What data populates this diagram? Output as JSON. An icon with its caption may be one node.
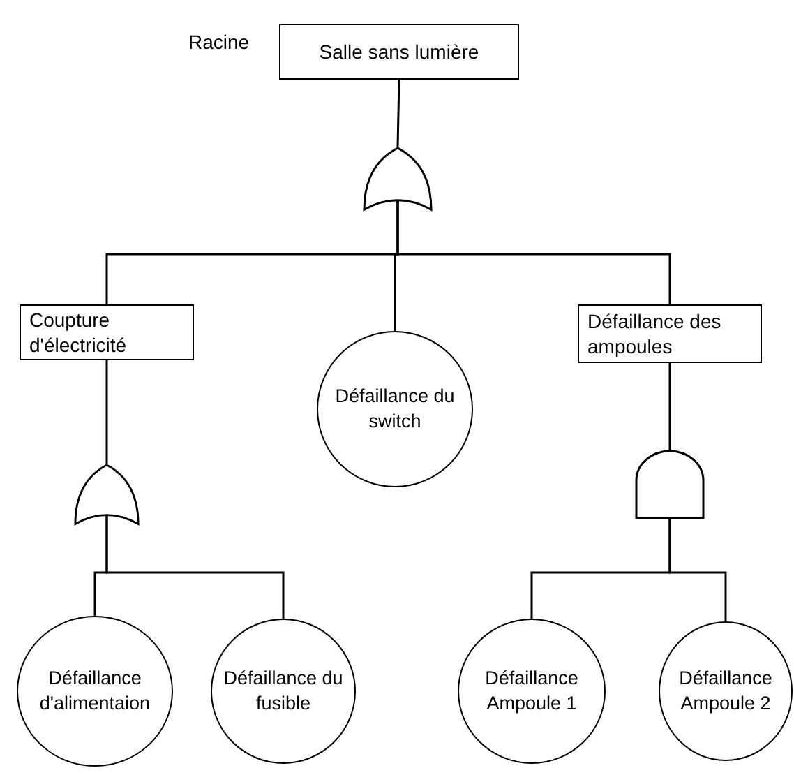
{
  "diagram": {
    "nodes": [
      {
        "text": [
          "Salle sans lumière"
        ],
        "beside": [
          "Racine"
        ]
      },
      {
        "text": [],
        "shape": "or-gate"
      },
      {
        "text": [
          "Coupture d'électricité"
        ]
      },
      {
        "text": [
          "Défaillance du switch"
        ]
      },
      {
        "text": [
          "Défaillance des ampoules"
        ]
      },
      {
        "text": [],
        "shape": "or-gate"
      },
      {
        "text": [],
        "shape": "and-gate"
      },
      {
        "text": [
          "Défaillance d'alimentaion"
        ]
      },
      {
        "text": [
          "Défaillance du fusible"
        ]
      },
      {
        "text": [
          "Défaillance Ampoule 1"
        ]
      },
      {
        "text": [
          "Défaillance Ampoule 2"
        ]
      }
    ],
    "edges": [
      {
        "from": 0,
        "to": 1,
        "arrow": "none"
      },
      {
        "from": 1,
        "to": 2,
        "arrow": "none"
      },
      {
        "from": 1,
        "to": 3,
        "arrow": "none"
      },
      {
        "from": 1,
        "to": 4,
        "arrow": "none"
      },
      {
        "from": 2,
        "to": 5,
        "arrow": "none"
      },
      {
        "from": 4,
        "to": 6,
        "arrow": "none"
      },
      {
        "from": 5,
        "to": 7,
        "arrow": "none"
      },
      {
        "from": 5,
        "to": 8,
        "arrow": "none"
      },
      {
        "from": 6,
        "to": 9,
        "arrow": "none"
      },
      {
        "from": 6,
        "to": 10,
        "arrow": "none"
      }
    ]
  }
}
